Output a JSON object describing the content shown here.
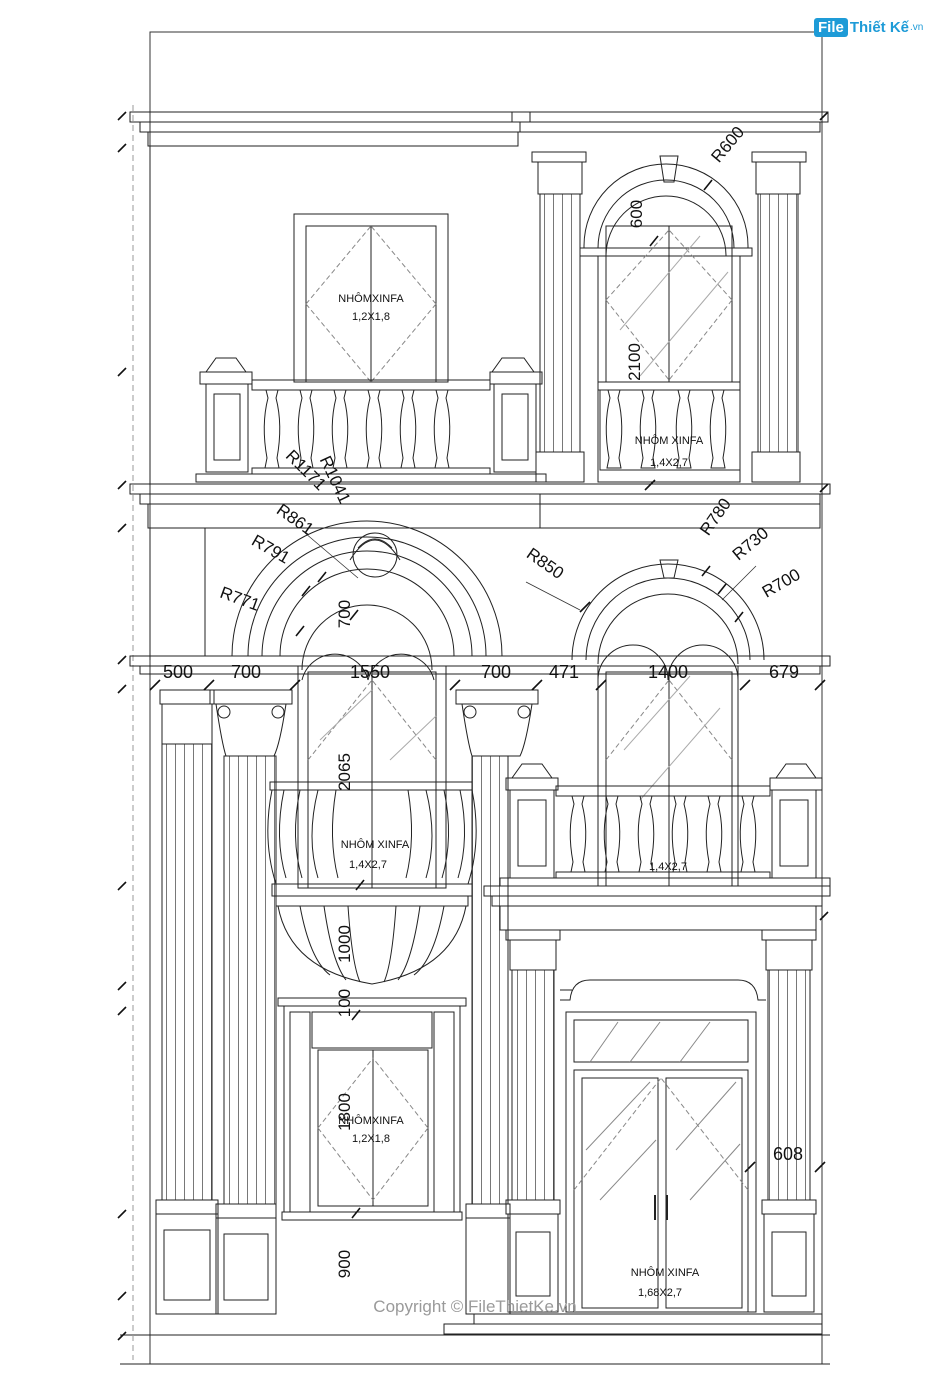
{
  "logo": {
    "box": "File",
    "text": "Thiết Kế",
    "ext": ".vn"
  },
  "copyright": "Copyright © FileThietKe.vn",
  "window_labels": {
    "upper_left_name": "NHÔMXINFA",
    "upper_left_size": "1,2X1,8",
    "upper_right_name": "NHÔM XINFA",
    "upper_right_size": "1,4X2,7",
    "mid_left_name": "NHÔM XINFA",
    "mid_left_size": "1,4X2,7",
    "mid_right_size": "1,4X2,7",
    "low_left_name": "NHÔMXINFA",
    "low_left_size": "1,2X1,8",
    "door_name": "NHÔM XINFA",
    "door_size": "1,68X2,7"
  },
  "dimensions": {
    "r600": "R600",
    "v600": "600",
    "v2100": "2100",
    "r1041": "R1041",
    "r1171": "R1171",
    "r861": "R861",
    "r791": "R791",
    "r771": "R771",
    "v700": "700",
    "r850": "R850",
    "r780": "R780",
    "r730": "R730",
    "r700": "R700",
    "h500": "500",
    "h700a": "700",
    "h1550": "1550",
    "h700b": "700",
    "h471": "471",
    "h1400": "1400",
    "h679": "679",
    "v2065": "2065",
    "v1000": "1000",
    "v100": "100",
    "v1800": "1800",
    "v900": "900",
    "h608": "608"
  }
}
